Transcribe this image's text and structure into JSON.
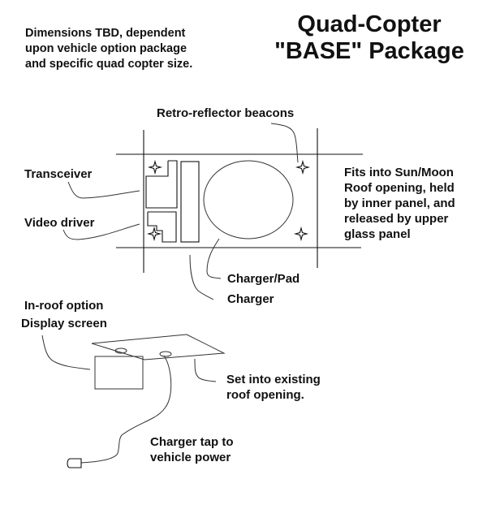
{
  "title": {
    "line1": "Quad-Copter",
    "line2": "\"BASE\" Package"
  },
  "note": {
    "line1": "Dimensions TBD, dependent",
    "line2": "upon vehicle option package",
    "line3": "and specific quad copter size."
  },
  "labels": {
    "retro_reflector": "Retro-reflector beacons",
    "transceiver": "Transceiver",
    "video_driver": "Video driver",
    "charger_pad": "Charger/Pad",
    "charger": "Charger",
    "fits_into": {
      "line1": "Fits into Sun/Moon",
      "line2": "Roof opening, held",
      "line3": "by inner panel, and",
      "line4": "released by upper",
      "line5": "glass panel"
    },
    "in_roof": {
      "line1": "In-roof option",
      "line2": "Display screen"
    },
    "set_into": {
      "line1": "Set into existing",
      "line2": "roof opening."
    },
    "charger_tap": {
      "line1": "Charger tap to",
      "line2": "vehicle power"
    }
  },
  "icons": {
    "beacon": "four-point-star-icon"
  }
}
